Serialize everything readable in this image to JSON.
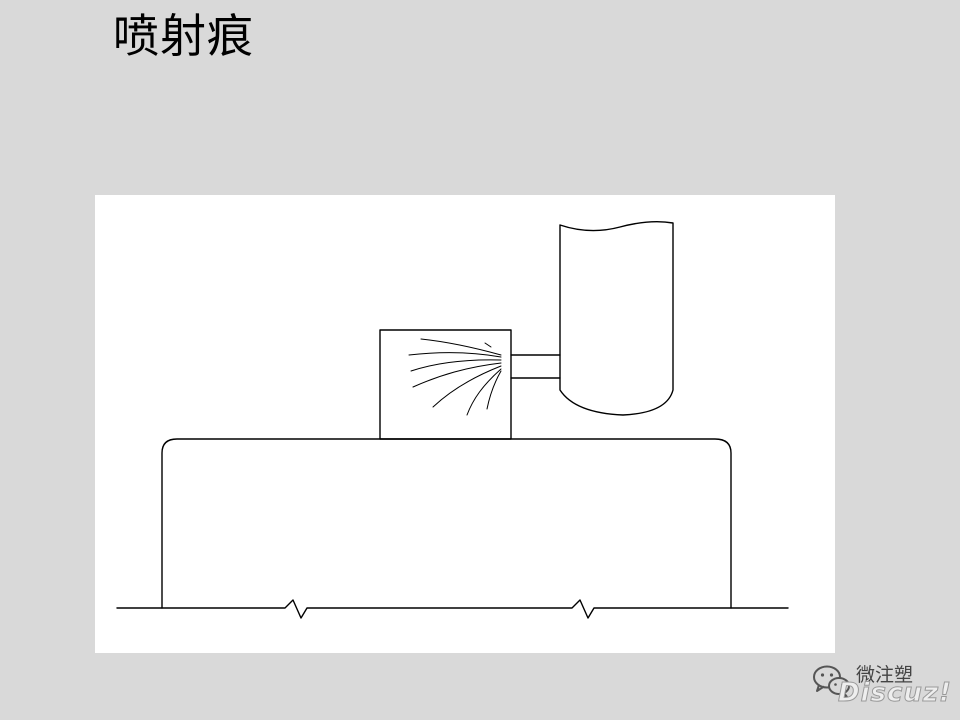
{
  "slide": {
    "title": "喷射痕",
    "background_color": "#d9d9d9",
    "panel_color": "#ffffff"
  },
  "diagram": {
    "parts": [
      "molded-part",
      "gate-block",
      "runner",
      "sprue",
      "parting-line",
      "jet-streaks"
    ]
  },
  "watermark": {
    "icon": "wechat-icon",
    "label": "微注塑",
    "brand": "Discuz!"
  }
}
